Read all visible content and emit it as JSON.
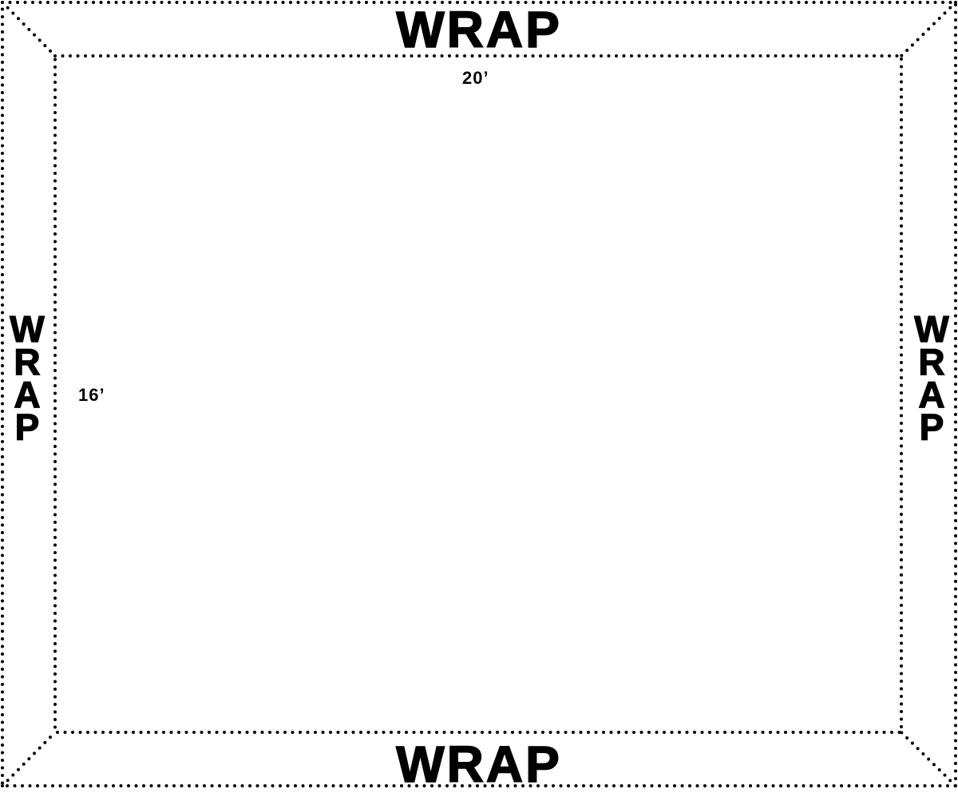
{
  "diagram": {
    "wrap_top": "WRAP",
    "wrap_bottom": "WRAP",
    "wrap_left": "WRAP",
    "wrap_right": "WRAP",
    "width_label": "20’",
    "height_label": "16’",
    "line_color": "#000000",
    "background_color": "#ffffff"
  }
}
